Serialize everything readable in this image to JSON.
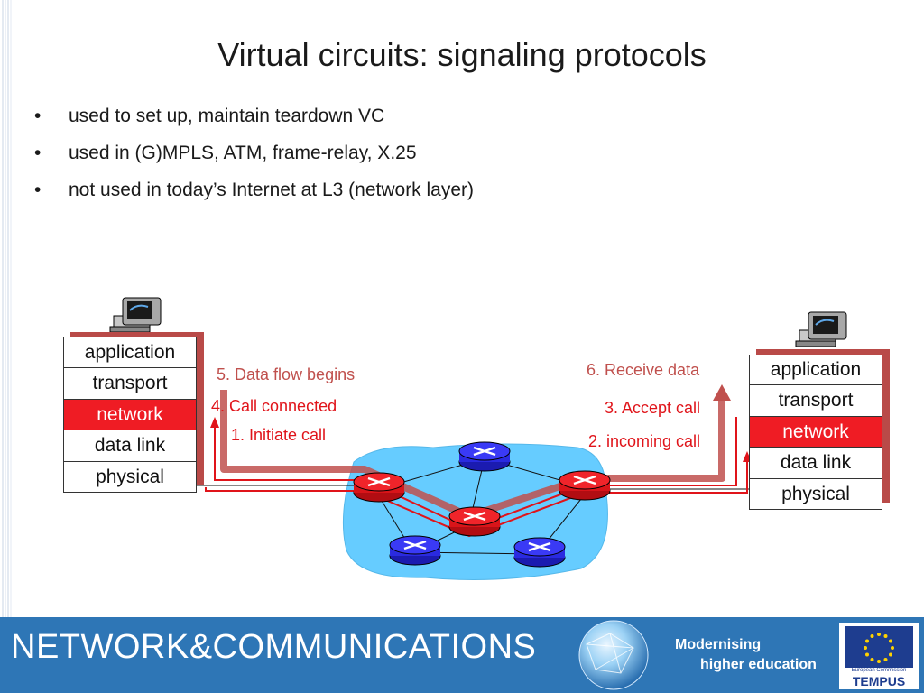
{
  "title": "Virtual circuits: signaling protocols",
  "bullets": [
    "used to set up, maintain  teardown VC",
    "used in (G)MPLS, ATM, frame-relay, X.25",
    "not used in today’s Internet at L3 (network layer)"
  ],
  "left_stack": [
    "application",
    "transport",
    "network",
    "data link",
    "physical"
  ],
  "right_stack": [
    "application",
    "transport",
    "network",
    "data link",
    "physical"
  ],
  "labels": {
    "data_flow": "5. Data flow begins",
    "call_connected": "4. Call connected",
    "initiate_call": "1. Initiate call",
    "receive_data": "6. Receive data",
    "accept_call": "3. Accept call",
    "incoming_call": "2. incoming call"
  },
  "colors": {
    "highlight_layer": "#ef1c24",
    "signal_red": "#e0141a",
    "data_path": "#c0504d",
    "network_cloud": "#66ccff",
    "footer": "#2e76b6"
  },
  "icons": [
    "desktop-computer-icon",
    "router-icon",
    "globe-icon",
    "eu-flag-icon"
  ],
  "footer": {
    "title": "NETWORK&COMMUNICATIONS",
    "tagline_1": "Modernising",
    "tagline_2": "higher education",
    "eu_caption": "European Commission",
    "eu_name": "TEMPUS"
  }
}
